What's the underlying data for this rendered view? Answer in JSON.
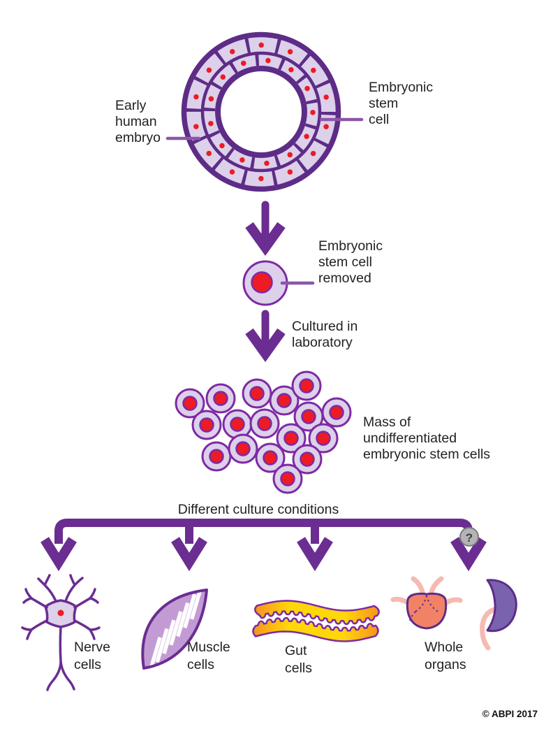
{
  "diagram": {
    "embryo_label": "Early\nhuman\nembryo",
    "esc_label": "Embryonic\nstem\ncell",
    "removed_label": "Embryonic\nstem cell\nremoved",
    "cultured_label": "Cultured in\nlaboratory",
    "mass_label": "Mass of\nundifferentiated\nembryonic stem cells",
    "conditions_label": "Different culture conditions",
    "question_mark": "?",
    "outcomes": [
      {
        "label": "Nerve\ncells",
        "icon": "nerve-cell-icon"
      },
      {
        "label": "Muscle\ncells",
        "icon": "muscle-cell-icon"
      },
      {
        "label": "Gut\ncells",
        "icon": "gut-cells-icon"
      },
      {
        "label": "Whole\norgans",
        "icon": "whole-organs-icon"
      }
    ],
    "copyright": "© ABPI 2017",
    "colors": {
      "ring_purple": "#5d2c87",
      "arrow_purple": "#6b2d91",
      "membrane_purple": "#7d2aa4",
      "lavender": "#ddd0ea",
      "nucleus_red": "#ec1b24",
      "pointer_purple": "#8a56a8",
      "muscle_fill": "#c29bd4",
      "gut_yellow": "#ffd60a",
      "gut_orange": "#f6941e",
      "organ_salmon": "#f28266",
      "vessel_pink": "#f5bab2",
      "organ_violet": "#7a63ae",
      "badge_gray": "#b5b3b6",
      "badge_border": "#7c7c80",
      "text_black": "#231f20"
    }
  }
}
